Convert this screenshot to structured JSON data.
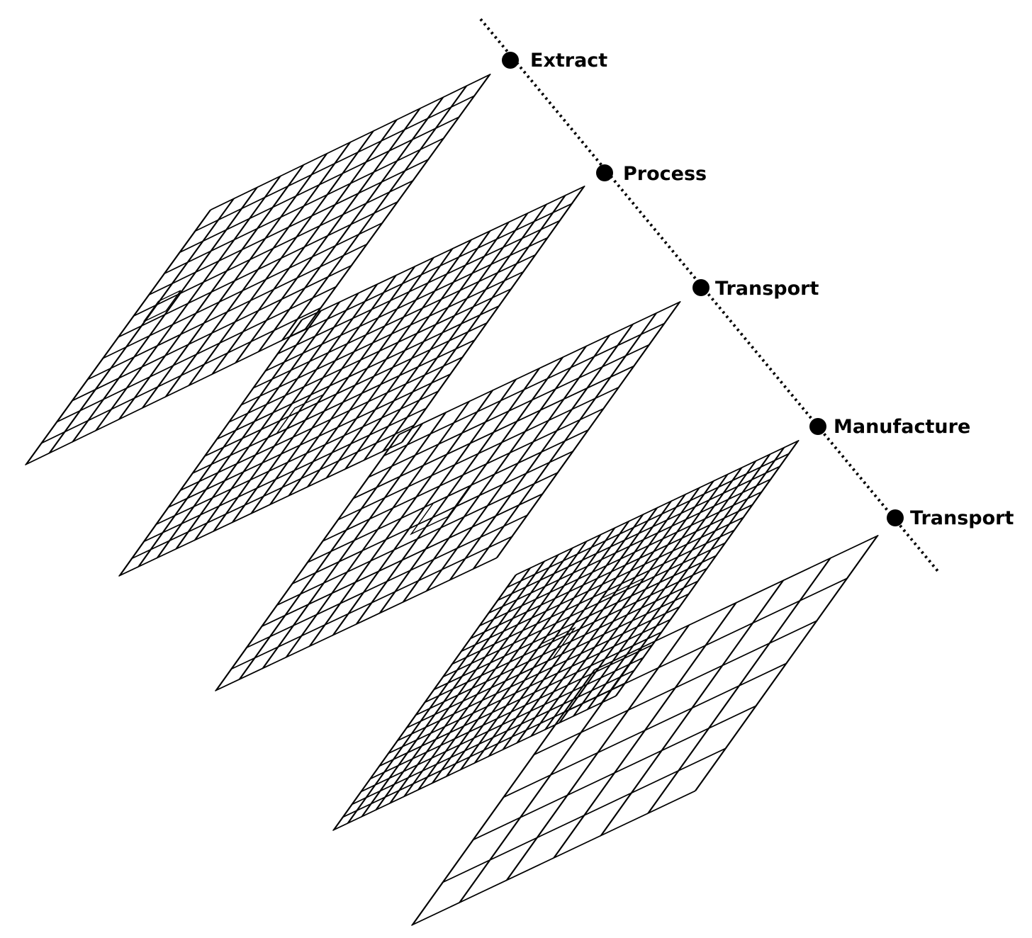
{
  "colors": {
    "ink": "#000000",
    "background": "#ffffff"
  },
  "timeline": {
    "stages": [
      {
        "label": "Extract"
      },
      {
        "label": "Process"
      },
      {
        "label": "Transport"
      },
      {
        "label": "Manufacture"
      },
      {
        "label": "Transport"
      }
    ]
  },
  "layers": [
    {
      "name": "extract-layer",
      "grid_divisions": 12
    },
    {
      "name": "process-layer",
      "grid_divisions": 15
    },
    {
      "name": "transport-layer",
      "grid_divisions": 12
    },
    {
      "name": "manufacture-layer",
      "grid_divisions": 20
    },
    {
      "name": "final-transport-layer",
      "grid_divisions": 6
    }
  ]
}
